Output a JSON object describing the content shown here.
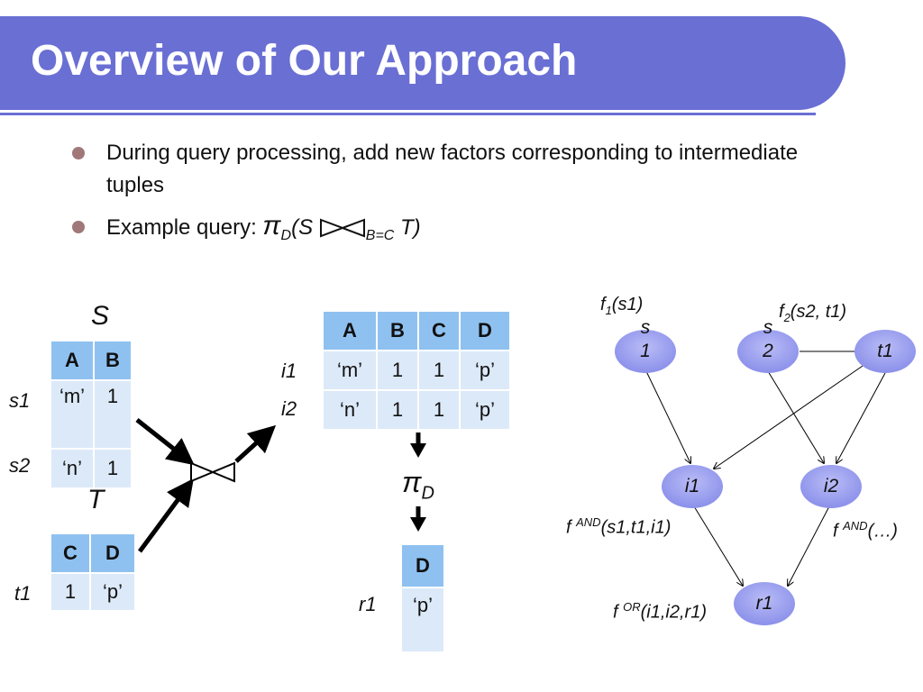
{
  "title": "Overview of Our Approach",
  "bullets": {
    "b1": "During query processing, add new factors corresponding to intermediate tuples",
    "b2_prefix": "Example query: ",
    "b2_pi": "π",
    "b2_pi_sub": "D",
    "b2_open": "(S ",
    "b2_join_sub": "B=C",
    "b2_close": " T)"
  },
  "table_S": {
    "caption": "S",
    "headers": [
      "A",
      "B"
    ],
    "rows": [
      {
        "label": "s1",
        "cells": [
          "‘m’",
          "1"
        ]
      },
      {
        "label": "s2",
        "cells": [
          "‘n’",
          "1"
        ]
      }
    ]
  },
  "table_T": {
    "caption": "T",
    "headers": [
      "C",
      "D"
    ],
    "rows": [
      {
        "label": "t1",
        "cells": [
          "1",
          "‘p’"
        ]
      }
    ]
  },
  "table_I": {
    "headers": [
      "A",
      "B",
      "C",
      "D"
    ],
    "rows": [
      {
        "label": "i1",
        "cells": [
          "‘m’",
          "1",
          "1",
          "‘p’"
        ]
      },
      {
        "label": "i2",
        "cells": [
          "‘n’",
          "1",
          "1",
          "‘p’"
        ]
      }
    ]
  },
  "projection": {
    "pi": "π",
    "sub": "D"
  },
  "table_R": {
    "headers": [
      "D"
    ],
    "rows": [
      {
        "label": "r1",
        "cells": [
          "‘p’"
        ]
      }
    ]
  },
  "graph": {
    "nodes": {
      "s1": "s 1",
      "s2": "s 2",
      "t1": "t1",
      "i1": "i1",
      "i2": "i2",
      "r1": "r1"
    },
    "factors": {
      "f1": {
        "f": "f",
        "sub": "1",
        "arg": "(s1)"
      },
      "f2": {
        "f": "f",
        "sub": "2",
        "arg": "(s2, t1)"
      },
      "fand1": {
        "f": "f ",
        "sup": "AND",
        "arg": "(s1,t1,i1)"
      },
      "fand2": {
        "f": "f ",
        "sup": "AND",
        "arg": "(…)"
      },
      "for": {
        "f": "f ",
        "sup": "OR",
        "arg": "(i1,i2,r1)"
      }
    }
  },
  "colors": {
    "title_bar": "#6a6fd4",
    "table_header": "#8ec1f0",
    "table_cell": "#dce9f8",
    "node_fill": "#9a9ff0",
    "bullet": "#a07878"
  }
}
